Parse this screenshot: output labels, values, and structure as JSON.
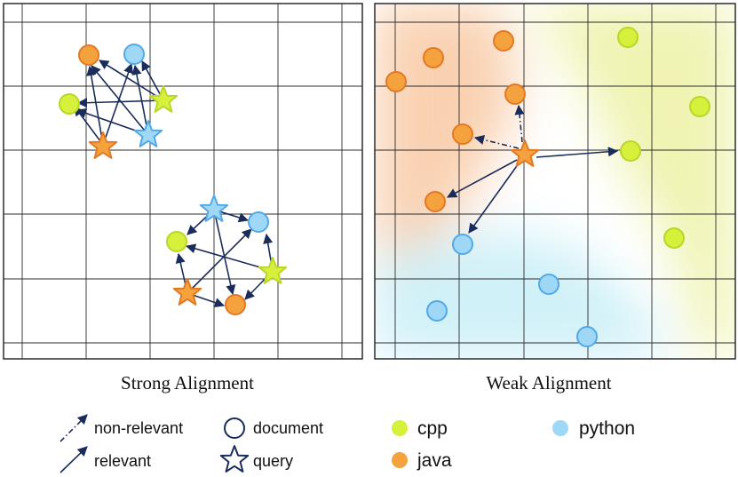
{
  "captions": {
    "left": "Strong Alignment",
    "right": "Weak Alignment"
  },
  "legend": {
    "non_relevant": "non-relevant",
    "relevant": "relevant",
    "document": "document",
    "query": "query",
    "cpp": "cpp",
    "java": "java",
    "python": "python"
  },
  "colors": {
    "cpp": "#d6f03c",
    "java": "#f4a23d",
    "python": "#9fd8f7",
    "arrow": "#1a2d5a",
    "grid": "#2b2b2b"
  },
  "icons": [
    "dash-dot-arrow-icon",
    "solid-arrow-icon",
    "circle-outline-icon",
    "star-outline-icon"
  ]
}
